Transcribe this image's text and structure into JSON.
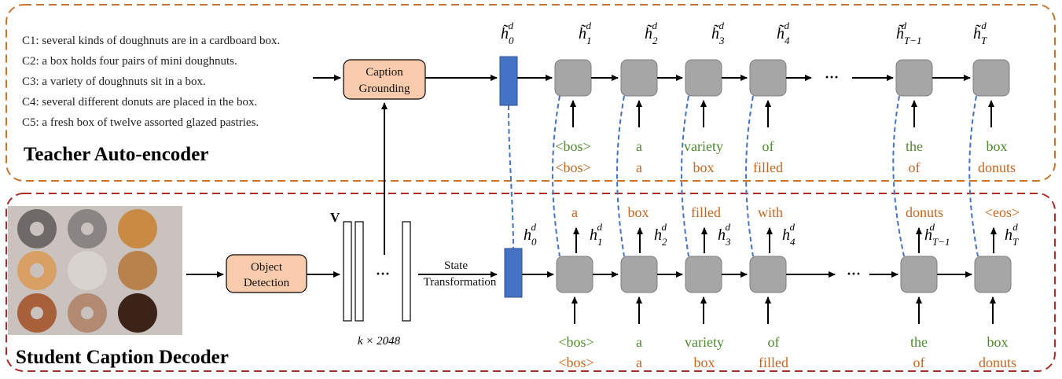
{
  "teacher": {
    "title": "Teacher Auto-encoder",
    "captions": [
      "C1: several kinds of doughnuts are in a cardboard box.",
      "C2: a box holds four pairs of mini doughnuts.",
      "C3: a variety of doughnuts sit in a box.",
      "C4: several different donuts are placed in the box.",
      "C5: a fresh box of twelve assorted glazed pastries."
    ],
    "grounding_label_1": "Caption",
    "grounding_label_2": "Grounding",
    "hidden_labels": [
      {
        "base": "h̃",
        "sub": "0",
        "sup": "d"
      },
      {
        "base": "h̃",
        "sub": "1",
        "sup": "d"
      },
      {
        "base": "h̃",
        "sub": "2",
        "sup": "d"
      },
      {
        "base": "h̃",
        "sub": "3",
        "sup": "d"
      },
      {
        "base": "h̃",
        "sub": "4",
        "sup": "d"
      },
      {
        "base": "h̃",
        "sub": "T−1",
        "sup": "d"
      },
      {
        "base": "h̃",
        "sub": "T",
        "sup": "d"
      }
    ],
    "inputs_green": [
      "<bos>",
      "a",
      "variety",
      "of",
      "the",
      "box"
    ],
    "inputs_orange": [
      "<bos>",
      "a",
      "box",
      "filled",
      "of",
      "donuts"
    ],
    "ellipsis": "···"
  },
  "student": {
    "title": "Student Caption Decoder",
    "detection_label_1": "Object",
    "detection_label_2": "Detection",
    "feature_label": "V",
    "feature_dim": "k × 2048",
    "transform_label_1": "State",
    "transform_label_2": "Transformation",
    "outputs": [
      "a",
      "box",
      "filled",
      "with",
      "donuts",
      "<eos>"
    ],
    "hidden_labels": [
      {
        "base": "h",
        "sub": "0",
        "sup": "d"
      },
      {
        "base": "h",
        "sub": "1",
        "sup": "d"
      },
      {
        "base": "h",
        "sub": "2",
        "sup": "d"
      },
      {
        "base": "h",
        "sub": "3",
        "sup": "d"
      },
      {
        "base": "h",
        "sub": "4",
        "sup": "d"
      },
      {
        "base": "h",
        "sub": "T−1",
        "sup": "d"
      },
      {
        "base": "h",
        "sub": "T",
        "sup": "d"
      }
    ],
    "inputs_green": [
      "<bos>",
      "a",
      "variety",
      "of",
      "the",
      "box"
    ],
    "inputs_orange": [
      "<bos>",
      "a",
      "box",
      "filled",
      "of",
      "donuts"
    ],
    "ellipsis": "···"
  },
  "colors": {
    "teacher_border": "#c8752f",
    "student_border": "#b02a2a",
    "module_fill": "#f8cbad",
    "cell_fill": "#a6a6a6",
    "state_fill": "#4472c4",
    "link_dash": "#4472c4",
    "green_text": "#4e8a2e",
    "orange_text": "#c4661f"
  }
}
